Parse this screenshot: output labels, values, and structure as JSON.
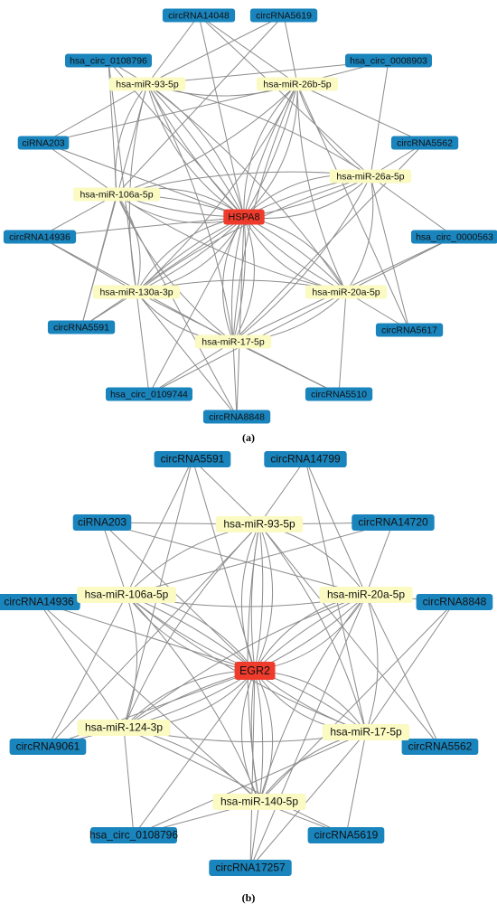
{
  "colors": {
    "circ": "#1a84bd",
    "mirna": "#fafac2",
    "hub": "#ef3b2c",
    "edge": "#8c8c8c"
  },
  "panels": [
    {
      "id": "a",
      "label": "(a)",
      "hub": "HSPA8",
      "mirnas": [
        "hsa-miR-93-5p",
        "hsa-miR-26b-5p",
        "hsa-miR-26a-5p",
        "hsa-miR-106a-5p",
        "hsa-miR-20a-5p",
        "hsa-miR-130a-3p",
        "hsa-miR-17-5p"
      ],
      "circrnas": [
        "circRNA14048",
        "circRNA5619",
        "hsa_circ_0108796",
        "hsa_circ_0008903",
        "ciRNA203",
        "circRNA5562",
        "circRNA14936",
        "hsa_circ_0000563",
        "circRNA5591",
        "circRNA5617",
        "hsa_circ_0109744",
        "circRNA5510",
        "circRNA8848"
      ]
    },
    {
      "id": "b",
      "label": "(b)",
      "hub": "EGR2",
      "mirnas": [
        "hsa-miR-93-5p",
        "hsa-miR-106a-5p",
        "hsa-miR-20a-5p",
        "hsa-miR-124-3p",
        "hsa-miR-17-5p",
        "hsa-miR-140-5p"
      ],
      "circrnas": [
        "circRNA5591",
        "circRNA14799",
        "ciRNA203",
        "circRNA14720",
        "circRNA14936",
        "circRNA8848",
        "circRNA9061",
        "circRNA5562",
        "hsa_circ_0108796",
        "circRNA5619",
        "circRNA17257"
      ]
    }
  ]
}
